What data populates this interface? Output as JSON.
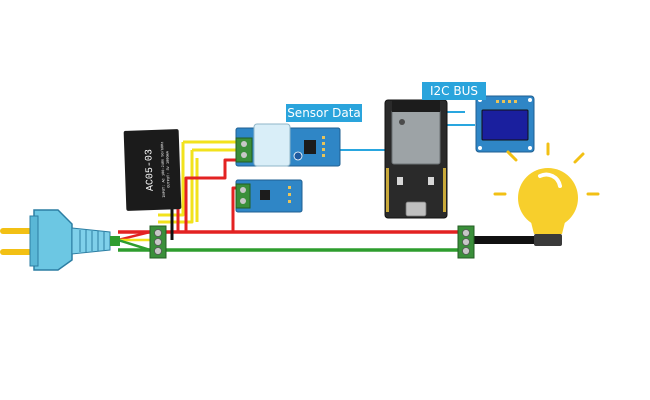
{
  "labels": {
    "sensor_data": "Sensor Data",
    "i2c_bus": "I2C BUS"
  },
  "psu": {
    "model": "AC05-03",
    "line1": "INPUT: AC 100-240V 50/60Hz",
    "line2": "OUTPUT: 3V 1000mA"
  },
  "colors": {
    "tag": "#2aa4dc",
    "live_wire": "#e32222",
    "neutral_wire": "#2e9d2e",
    "signal_wire": "#f2e21c",
    "data_line": "#29a6df",
    "terminal": "#3a8f3a",
    "relay": "#2f86c6",
    "board": "#1e1e1e",
    "bulb": "#f7cf2c",
    "plug": "#6cc7e3"
  },
  "icons": [
    "plug-icon",
    "bulb-icon"
  ]
}
